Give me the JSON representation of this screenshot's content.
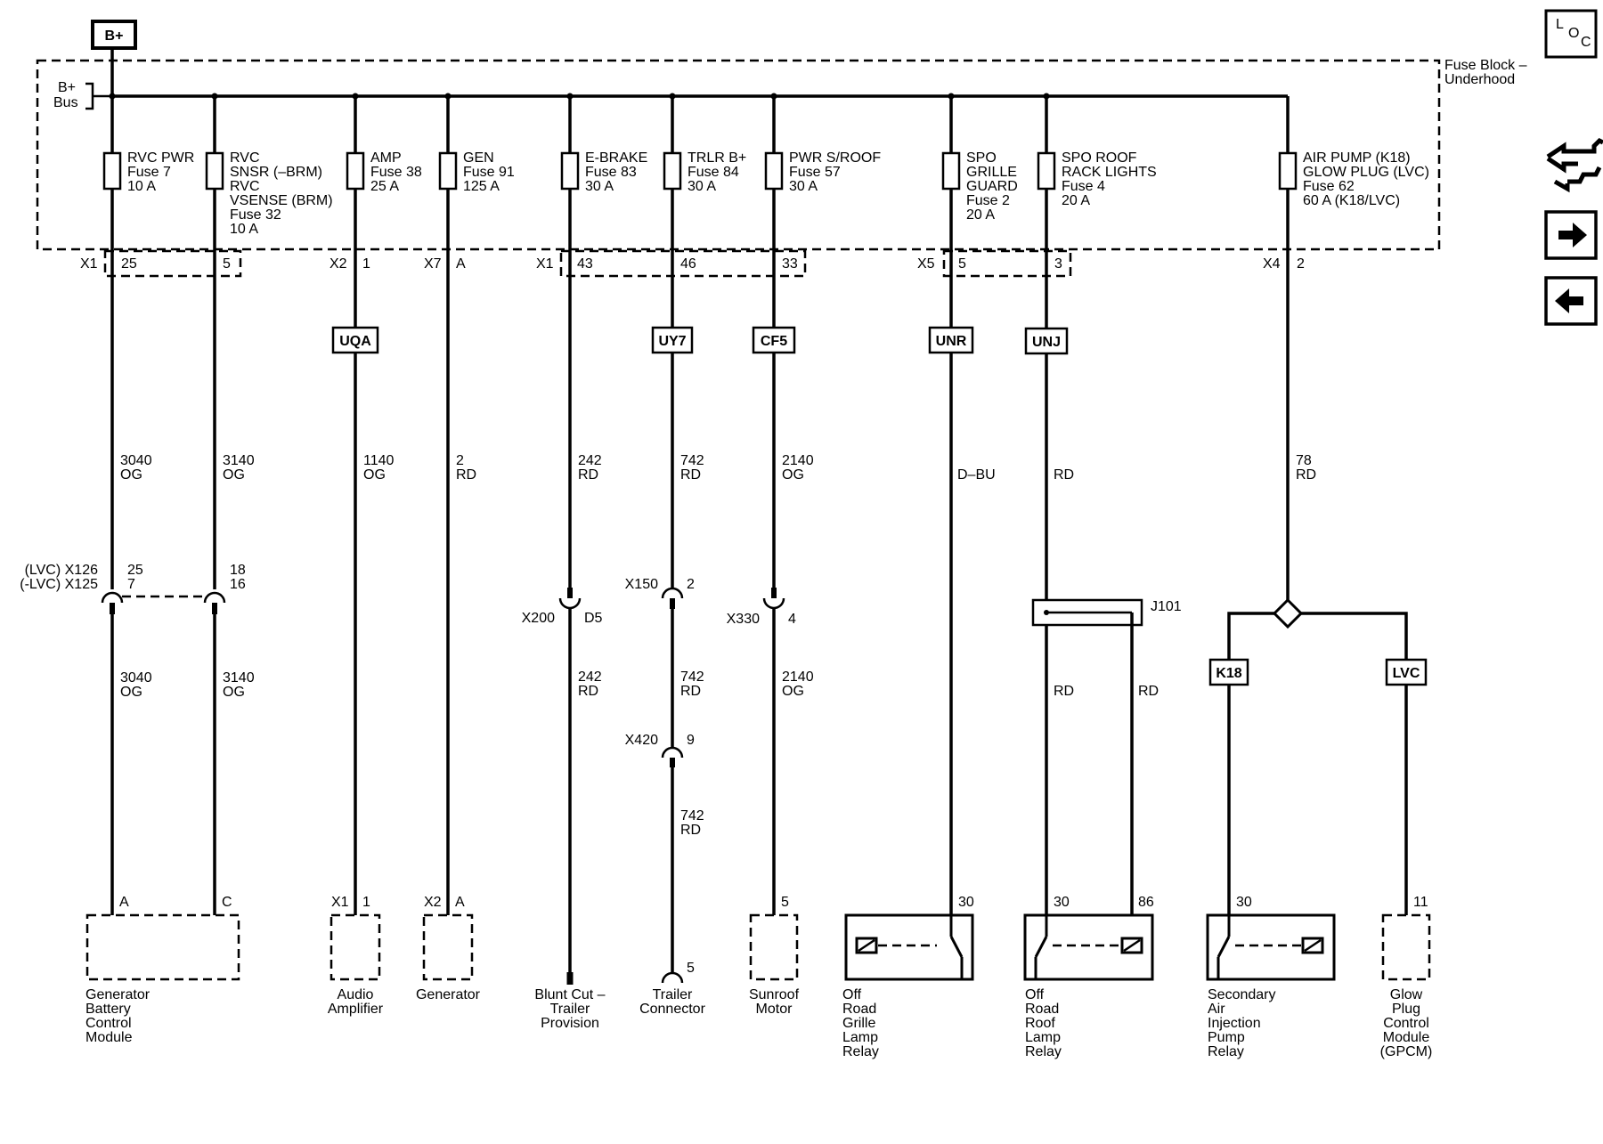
{
  "diagram": {
    "supply_label": "B+",
    "bus_label": [
      "B+",
      "Bus"
    ],
    "fuse_block_label": [
      "Fuse Block –",
      "Underhood"
    ],
    "circuits": [
      {
        "fuse": [
          "RVC PWR",
          "Fuse 7",
          "10 A"
        ],
        "conn": "X1",
        "pin": "25",
        "wire": [
          "3040",
          "OG"
        ],
        "inline": {
          "labels": [
            "(LVC) X126",
            "(-LVC) X125"
          ],
          "pins": [
            "25",
            "7"
          ]
        },
        "wire2": [
          "3040",
          "OG"
        ],
        "dest_pin": "A"
      },
      {
        "fuse": [
          "RVC",
          "SNSR (–BRM)",
          "RVC",
          "VSENSE (BRM)",
          "Fuse 32",
          "10 A"
        ],
        "conn": "",
        "pin": "5",
        "wire": [
          "3140",
          "OG"
        ],
        "inline": {
          "pins": [
            "18",
            "16"
          ]
        },
        "wire2": [
          "3140",
          "OG"
        ],
        "dest_pin": "C"
      },
      {
        "fuse": [
          "AMP",
          "Fuse 38",
          "25 A"
        ],
        "conn": "X2",
        "pin": "1",
        "option": "UQA",
        "wire": [
          "1140",
          "OG"
        ],
        "dest_conn": "X1",
        "dest_pin": "1"
      },
      {
        "fuse": [
          "GEN",
          "Fuse 91",
          "125 A"
        ],
        "conn": "X7",
        "pin": "A",
        "wire": [
          "2",
          "RD"
        ],
        "dest_conn": "X2",
        "dest_pin": "A"
      },
      {
        "fuse": [
          "E-BRAKE",
          "Fuse 83",
          "30 A"
        ],
        "conn": "X1",
        "pin": "43",
        "wire": [
          "242",
          "RD"
        ],
        "inline": {
          "label": "X200",
          "pin": "D5"
        },
        "wire2": [
          "242",
          "RD"
        ]
      },
      {
        "fuse": [
          "TRLR B+",
          "Fuse 84",
          "30 A"
        ],
        "conn": "",
        "pin": "46",
        "option": "UY7",
        "wire": [
          "742",
          "RD"
        ],
        "inline": {
          "label": "X150",
          "pin": "2"
        },
        "wire2": [
          "742",
          "RD"
        ],
        "inline2": {
          "label": "X420",
          "pin": "9"
        },
        "wire3": [
          "742",
          "RD"
        ],
        "dest_pin": "5"
      },
      {
        "fuse": [
          "PWR S/ROOF",
          "Fuse 57",
          "30 A"
        ],
        "conn": "",
        "pin": "33",
        "option": "CF5",
        "wire": [
          "2140",
          "OG"
        ],
        "inline": {
          "label": "X330",
          "pin": "4"
        },
        "wire2": [
          "2140",
          "OG"
        ],
        "dest_pin": "5"
      },
      {
        "fuse": [
          "SPO",
          "GRILLE",
          "GUARD",
          "Fuse 2",
          "20 A"
        ],
        "conn": "X5",
        "pin": "5",
        "option": "UNR",
        "wire": [
          "D–BU"
        ],
        "dest_pin": "30"
      },
      {
        "fuse": [
          "SPO ROOF",
          "RACK LIGHTS",
          "Fuse 4",
          "20 A"
        ],
        "conn": "",
        "pin": "3",
        "option": "UNJ",
        "wire": [
          "RD"
        ],
        "splice": "J101",
        "wire_a": [
          "RD"
        ],
        "wire_b": [
          "RD"
        ],
        "dest_pins": [
          "30",
          "86"
        ]
      },
      {
        "fuse": [
          "AIR PUMP (K18)",
          "GLOW PLUG (LVC)",
          "Fuse 62",
          "60 A (K18/LVC)"
        ],
        "conn": "X4",
        "pin": "2",
        "wire": [
          "78",
          "RD"
        ],
        "branch_a": {
          "option": "K18",
          "dest_pin": "30"
        },
        "branch_b": {
          "option": "LVC",
          "dest_pin": "11"
        }
      }
    ],
    "components": [
      [
        "Generator",
        "Battery",
        "Control",
        "Module"
      ],
      [
        "Audio",
        "Amplifier"
      ],
      [
        "Generator"
      ],
      [
        "Blunt Cut –",
        "Trailer",
        "Provision"
      ],
      [
        "Trailer",
        "Connector"
      ],
      [
        "Sunroof",
        "Motor"
      ],
      [
        "Off",
        "Road",
        "Grille",
        "Lamp",
        "Relay"
      ],
      [
        "Off",
        "Road",
        "Roof",
        "Lamp",
        "Relay"
      ],
      [
        "Secondary",
        "Air",
        "Injection",
        "Pump",
        "Relay"
      ],
      [
        "Glow",
        "Plug",
        "Control",
        "Module",
        "(GPCM)"
      ]
    ]
  },
  "sidebar": {
    "loc_button": [
      "L",
      "O",
      "C"
    ],
    "icons": [
      "connector-swap-icon",
      "forward-arrow-icon",
      "back-arrow-icon"
    ]
  }
}
